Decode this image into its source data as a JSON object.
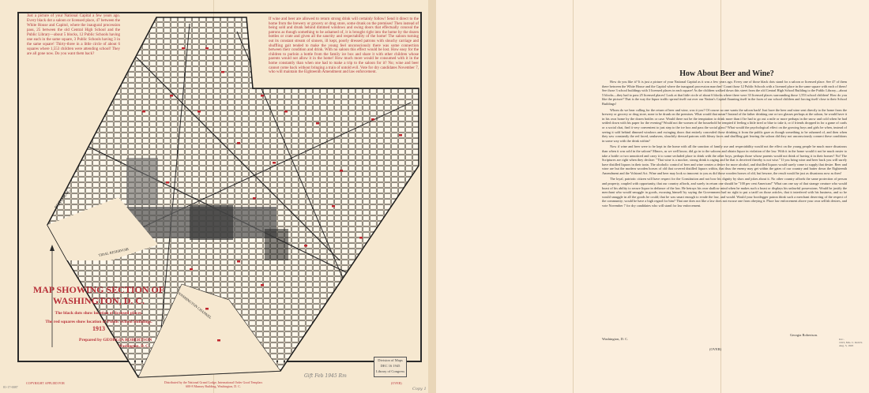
{
  "left_page": {
    "intro_text": "Just a picture of your National Capital a few years ago. Every black dot a saloon or licensed place, 47 between the White House and Capitol, where the inaugural procession pass, 25 between the old Central High School and the Public Library—about 5 blocks, 12 Public Schools having one each in the same square, 3 Public Schools having 3 in the same square! Thirty-three in a little circle of about 6 squares where 1,553 children were attending school! They are all gone now. Do you want them back?",
    "second_text": "If wine and beer are allowed to return strong drink will certainly follow! Send it direct to the home from the brewery or grocery or drug store, some drunk on the premises! Then instead of being sold and drunk behind dimmed windows and swing doors that effectually conceal the patrons as though something to be ashamed of, it is brought right into the home by the dozen bottles or crate and given all the sanctity and respectability of the home! The saloon turning out its constant stream of sinners, ill kept, poorly dressed patrons with slouchy carriage and shuffling gait tended to make the young feel unconsciously there was some connection between their condition and drink. With no saloon this effect would be lost. How easy for the children to purloin a bottle from the family ice box and share it with other children whose parents would not allow it in the home! How much more would be consumed with it in the home constantly than when one had to make a trip to the saloon for it? No; wine and beer cannot come back without bringing a train of untold evil. Vote for dry candidates November 7, who will maintain the Eighteenth Amendment and law enforcement.",
    "title_line1": "MAP SHOWING SECTION OF",
    "title_line2": "WASHINGTON, D. C.",
    "legend_black": "The black dots show location of licensed places.",
    "legend_red": "The red squares show location of Public School Buildings.",
    "year": "1913",
    "prepared_by": "Prepared by GEORGIA ROBERTSON",
    "prepared_location": "Washington, D. C.",
    "copyright": "COPYRIGHT APPLIED FOR",
    "distributed_by_line1": "Distributed by the National Grand Lodge, International Order Good Templars",
    "distributed_by_line2": "600-8 Munsey Building, Washington, D. C.",
    "over": "(OVER)",
    "accession": "81-17-0087",
    "stamp": [
      "Division of Maps",
      "DEC 16 1945",
      "Library of Congress"
    ],
    "handwritten_note": "Gift Feb 1945 Rm",
    "copy_note": "Copy 1",
    "map_labels": [
      "POTOMAC",
      "TIDAL RESERVOIR",
      "WASHINGTON CHANNEL"
    ]
  },
  "right_page": {
    "title": "How About Beer and Wine?",
    "paragraphs": [
      "How do you like it? It is just a picture of your National Capital as it was a few years ago. Every one of those black dots stand for a saloon or licensed place. See 47 of them there between the White House and the Capitol where the inaugural procession marches! Count those 12 Public Schools with a licensed place in the same square with each of them! See those 3 school buildings with 3 licensed places in each square! As the children walked down this street from the old Central High School Building to the Public Library—about 5 blocks—they had to pass 25 licensed places! Look at that little circle of about 6 blocks where there were 33 licensed places surrounding those 1,553 school children! How do you like the picture? That is the way the liquor traffic spread itself out over our Nation's Capital flaunting itself in the faces of our school children and forcing itself close to their School Buildings!",
      "Whom do we hear calling for the return of beer and wine, was it you? Of course no one wants the saloon back! Just have the beer and wine sent directly to the home from the brewery or grocery or drug store, none to be drunk on the premises. What would that mean? Instead of the father drinking one or two glasses perhaps at the saloon, he would have it in his own home by the dozen bottles or case. Would there not be the temptation to drink more than if he had to go out a mile or more perhaps in the snow and cold when he had settled down with his paper for the evening? Would not the women of the household be tempted if feeling a little tired or blue to take it, or if friends dropped in for a game of cards or a social chat, find it very convenient to just step to the ice box and pass the social glass? What would the psychological effect on the growing boys and girls be when, instead of seeing it sold behind dimmed windows and swinging doors that entirely concealed those drinking it from the public gaze as though something to be ashamed of, and then when they saw constantly the red faced, unshaven, slouchily dressed patrons with bleary faces and shuffling gait leaving the saloon did they not unconsciously connect these conditions in some way with the drink within?",
      "Now if wine and beer were to be kept in the home with all the sanction of family use and respectability would not the effect on the young people be much more disastrous than when it was sold in the saloon? Minors, as we well know, did go in to the saloons and obtain liquor in violation of the law. With it in the home would it not be much easier to take a bottle or two unnoticed and carry it to some secluded place to drink with the other boys, perhaps those whose parents would not think of having it in their homes? No! The Scriptures are right when they declare: \"That wine is a mocker, strong drink is raging and he that is deceived thereby is not wise.\" If you bring wine and beer back you will surely have distilled liquors in their train. The alcoholic control of beer and wine creates a desire for more alcohol, and distilled liquors would surely come to supply that desire. Beer and wine are but the modern wooden horses of old that covered distilled liquors within, that thus the enemy may get within the gates of our country and batter down the Eighteenth Amendment and the Volstead Act. Wine and beer may look so innocent to you as did those wooden horses of old, but beware, the result would be just as disastrous now as then!",
      "The loyal, patriotic citizen will have respect for the Constitution and not bow his dignity by slurs and jokes about it. No other country affords the same protection of person and property, coupled with opportunity, that our country affords, and surely in return one should be \"100 per cent American!\" What can one say of that strange creature who would boast of his ability to secure liquor in defiance of the law. He betrays his own shallow mind when he makes such a boast or displays his unlawful possessions. Would he justify the merchant who would smuggle in goods, excusing himself by saying the Government had no right to put a tariff on those articles, that it interfered with his business, and so he would smuggle in all the goods he could; that he was smart enough to evade the law, and would. Would your bootlegger patron think such a merchant deserving of the respect of the community; would he have a high regard for him? That one does not like a law does not excuse one from obeying it. Place law enforcement above your own selfish desires, and vote November 7 for dry candidates who will stand for law enforcement."
    ],
    "signature": "Georgia Robertson.",
    "location": "Washington, D. C.",
    "over": "(OVER)",
    "catalog_note": [
      "D.C.",
      "1913, Mrs. C. Robt'n",
      "Aug. 3, 1945"
    ]
  },
  "colors": {
    "paper": "#f6e8d0",
    "red_ink": "#b8323a",
    "map_ink": "#2a2a2a",
    "school_square": "#c0262e"
  }
}
